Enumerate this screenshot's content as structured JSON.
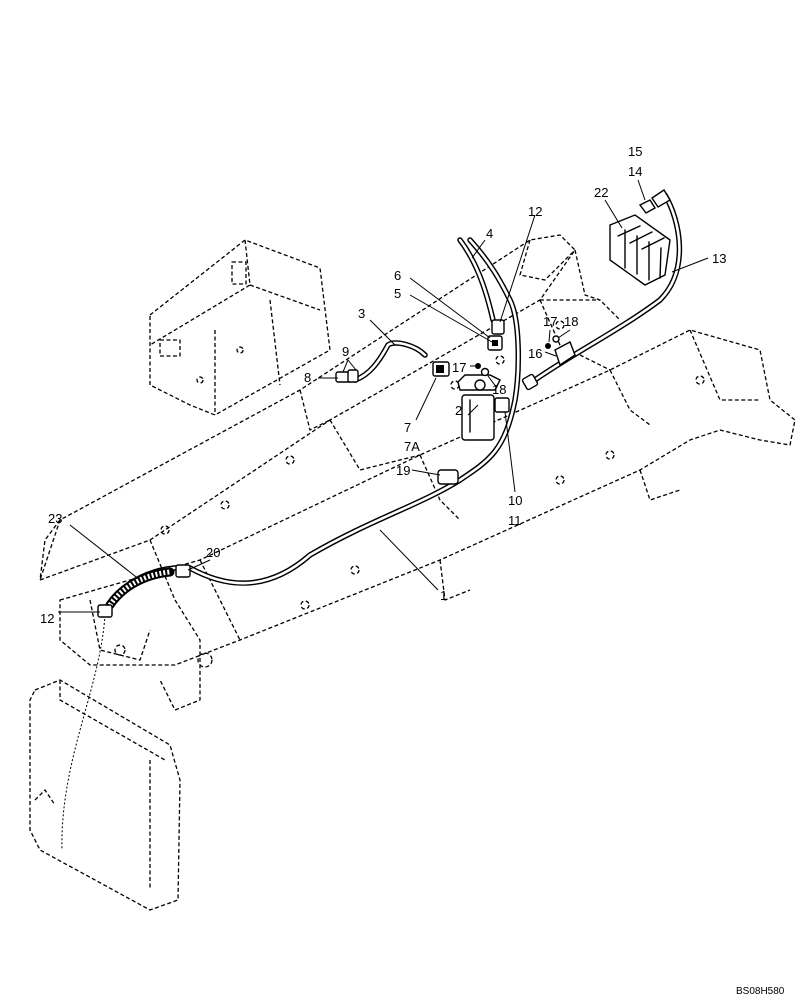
{
  "diagram": {
    "drawing_code": "BS08H580",
    "callouts": [
      {
        "id": "c1",
        "label": "1"
      },
      {
        "id": "c2",
        "label": "2"
      },
      {
        "id": "c3",
        "label": "3"
      },
      {
        "id": "c4",
        "label": "4"
      },
      {
        "id": "c5",
        "label": "5"
      },
      {
        "id": "c6",
        "label": "6"
      },
      {
        "id": "c7",
        "label": "7"
      },
      {
        "id": "c7a",
        "label": "7A"
      },
      {
        "id": "c8",
        "label": "8"
      },
      {
        "id": "c9",
        "label": "9"
      },
      {
        "id": "c10",
        "label": "10"
      },
      {
        "id": "c11",
        "label": "11"
      },
      {
        "id": "c12a",
        "label": "12"
      },
      {
        "id": "c12b",
        "label": "12"
      },
      {
        "id": "c13",
        "label": "13"
      },
      {
        "id": "c14",
        "label": "14"
      },
      {
        "id": "c15",
        "label": "15"
      },
      {
        "id": "c16",
        "label": "16"
      },
      {
        "id": "c17a",
        "label": "17"
      },
      {
        "id": "c17b",
        "label": "17"
      },
      {
        "id": "c18a",
        "label": "18"
      },
      {
        "id": "c18b",
        "label": "18"
      },
      {
        "id": "c19",
        "label": "19"
      },
      {
        "id": "c20",
        "label": "20"
      },
      {
        "id": "c22",
        "label": "22"
      },
      {
        "id": "c23",
        "label": "23"
      }
    ]
  }
}
